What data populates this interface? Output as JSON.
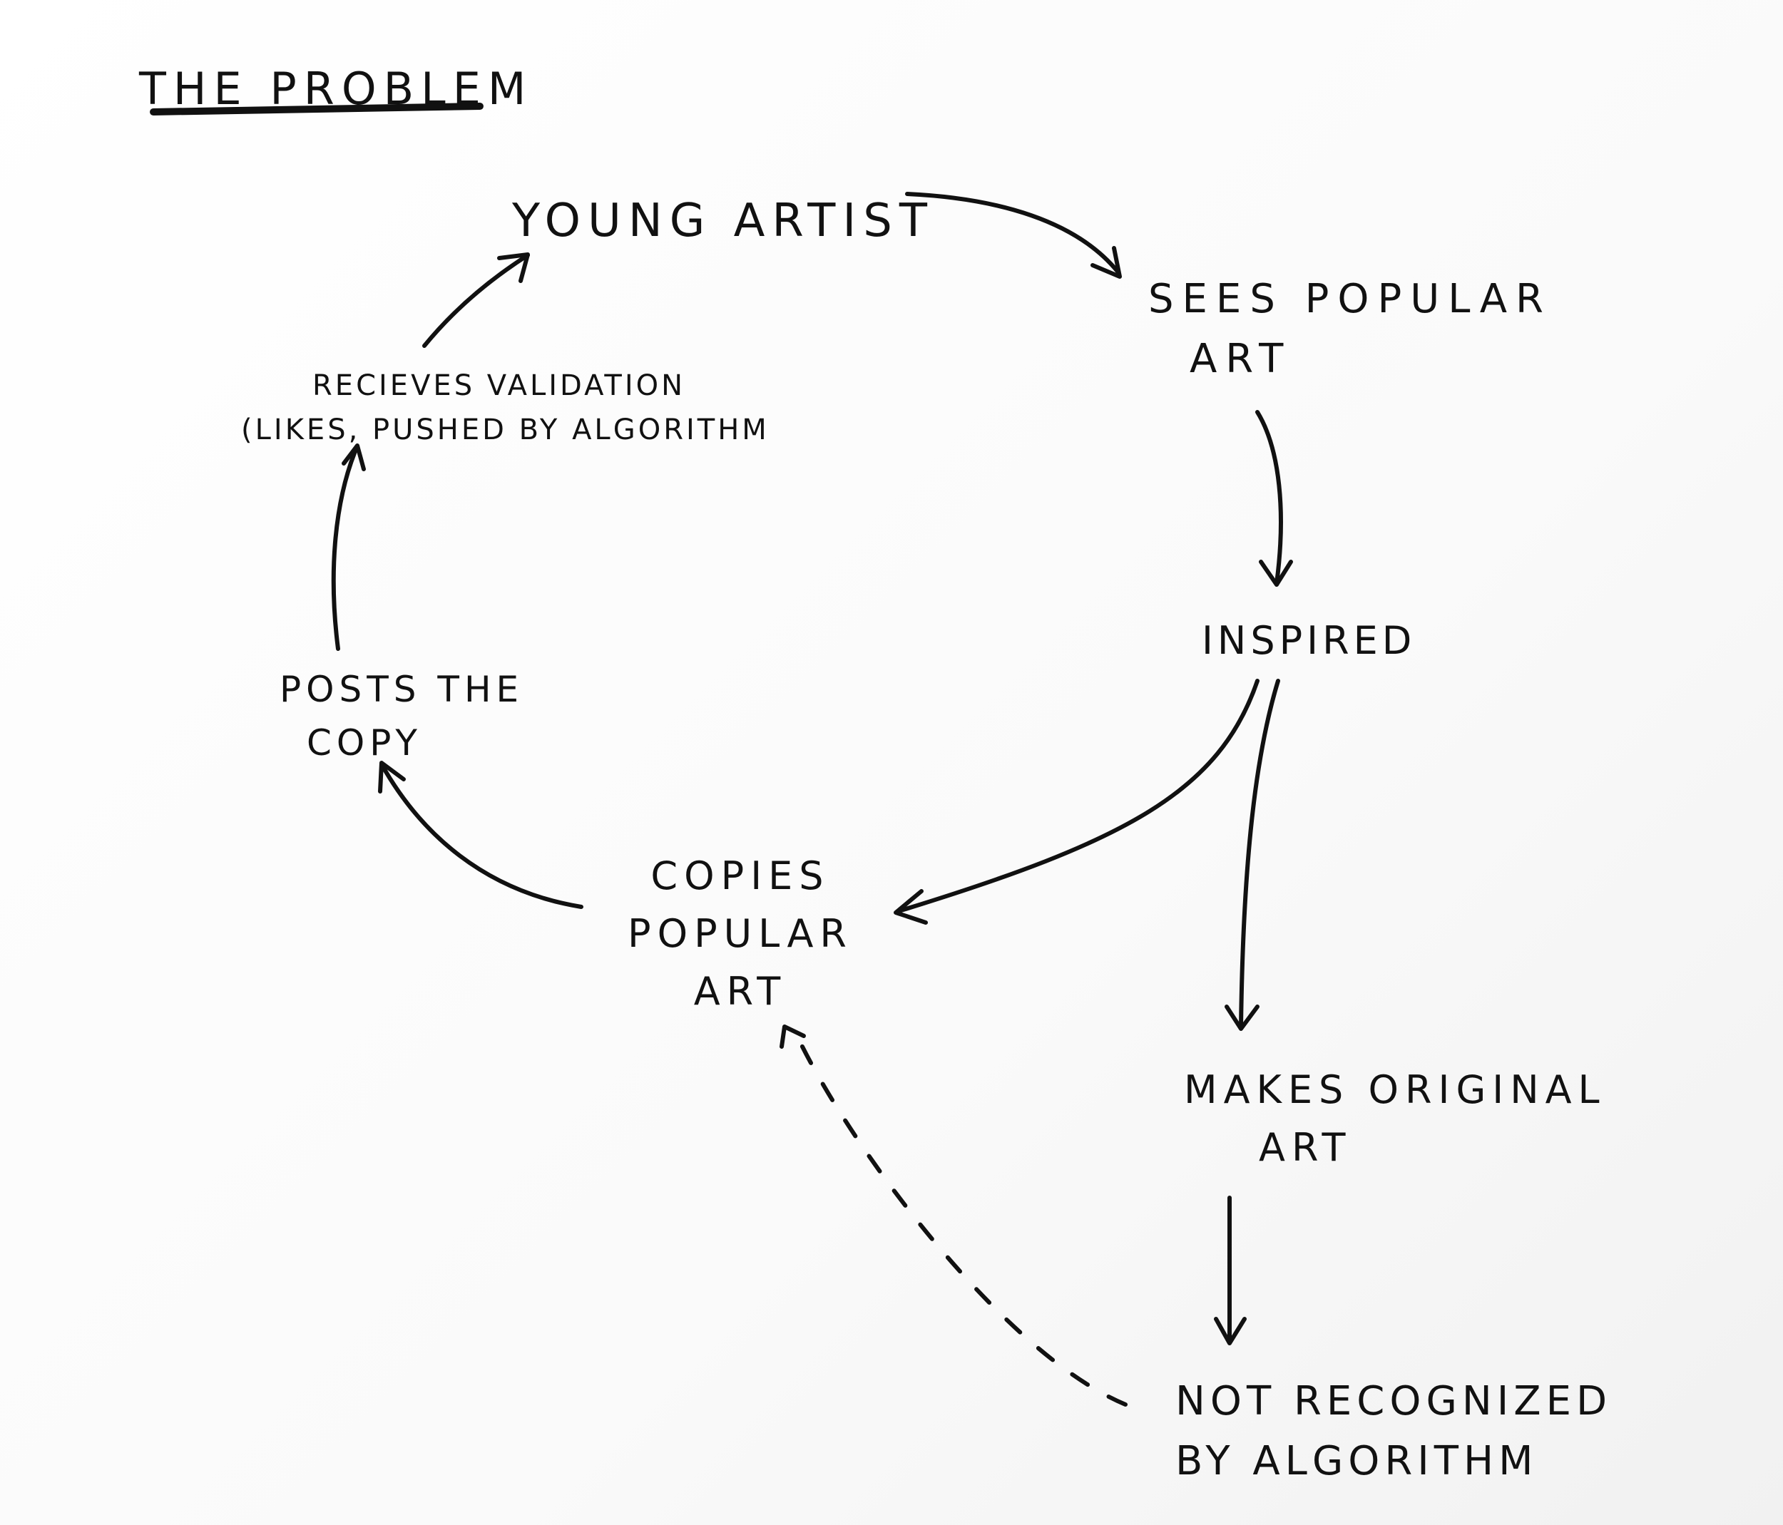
{
  "title": "THE PROBLEM",
  "nodes": {
    "young_artist": "YOUNG ARTIST",
    "sees_popular_art": [
      "SEES POPULAR",
      "ART"
    ],
    "inspired": "INSPIRED",
    "copies_popular_art": [
      "COPIES",
      "POPULAR",
      "ART"
    ],
    "posts_the_copy": [
      "POSTS THE",
      "COPY"
    ],
    "recieves_validation": [
      "RECIEVES VALIDATION",
      "(LIKES, PUSHED BY ALGORITHM"
    ],
    "makes_original_art": [
      "MAKES ORIGINAL",
      "ART"
    ],
    "not_recognized": [
      "NOT RECOGNIZED",
      "BY ALGORITHM"
    ]
  },
  "edges": [
    {
      "from": "young_artist",
      "to": "sees_popular_art",
      "style": "solid"
    },
    {
      "from": "sees_popular_art",
      "to": "inspired",
      "style": "solid"
    },
    {
      "from": "inspired",
      "to": "copies_popular_art",
      "style": "solid"
    },
    {
      "from": "inspired",
      "to": "makes_original_art",
      "style": "solid"
    },
    {
      "from": "copies_popular_art",
      "to": "posts_the_copy",
      "style": "solid"
    },
    {
      "from": "posts_the_copy",
      "to": "recieves_validation",
      "style": "solid"
    },
    {
      "from": "recieves_validation",
      "to": "young_artist",
      "style": "solid"
    },
    {
      "from": "makes_original_art",
      "to": "not_recognized",
      "style": "solid"
    },
    {
      "from": "not_recognized",
      "to": "copies_popular_art",
      "style": "dashed"
    }
  ],
  "colors": {
    "ink": "#111111",
    "paper": "#fbfbfb"
  }
}
